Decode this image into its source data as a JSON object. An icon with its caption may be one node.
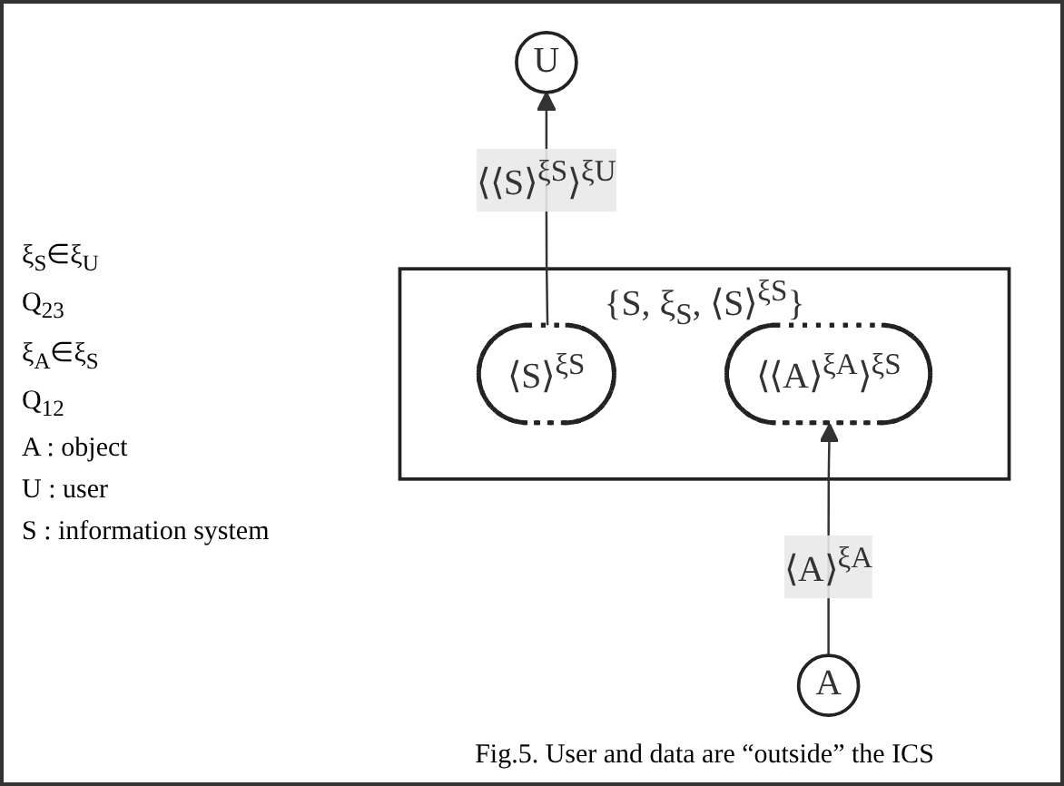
{
  "diagram": {
    "caption": "Fig.5. User and data are “outside” the ICS",
    "nodes": [
      {
        "text": [
          "U"
        ]
      },
      {
        "text": [
          "{S, ξ$_{S}$, ⟨S⟩$^{ξS}$}"
        ]
      },
      {
        "text": [
          "⟨S⟩$^{ξS}$"
        ],
        "in": 1
      },
      {
        "text": [
          "⟨⟨A⟩$^{ξA}$⟩$^{ξS}$"
        ],
        "in": 1
      },
      {
        "text": [
          "A"
        ]
      }
    ],
    "edges": [
      {
        "from": 4,
        "to": 3,
        "arrow": "to",
        "label": "⟨A⟩$^{ξA}$"
      },
      {
        "from": 2,
        "to": 0,
        "arrow": "to",
        "label": "⟨⟨S⟩$^{ξS}$⟩$^{ξU}$"
      }
    ],
    "labels": [
      "ξ$_{S}$∈ξ$_{U}$",
      "Q$_{23}$",
      "ξ$_{A}$∈ξ$_{S}$",
      "Q$_{12}$",
      "A : object",
      "U : user",
      "S : information system"
    ]
  }
}
